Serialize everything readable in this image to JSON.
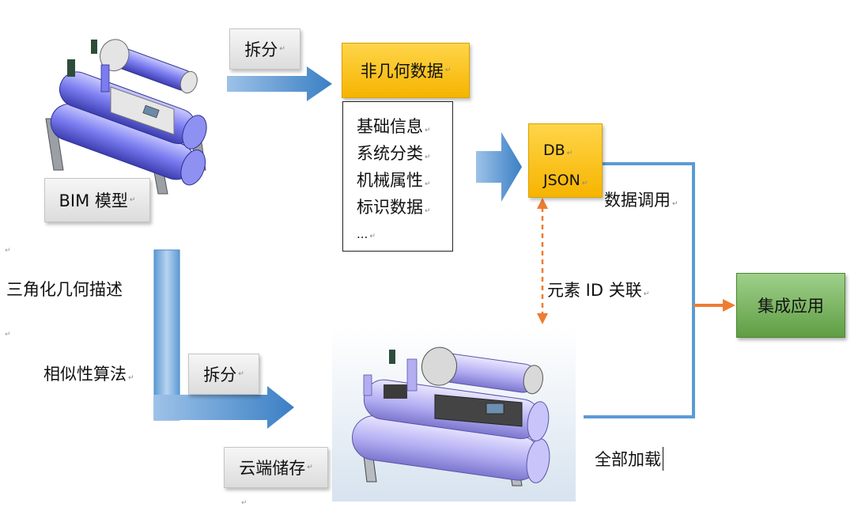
{
  "top_left": {
    "model_box": "BIM 模型",
    "split_label": "拆分"
  },
  "non_geometric": {
    "title": "非几何数据",
    "items": [
      "基础信息",
      "系统分类",
      "机械属性",
      "标识数据",
      "..."
    ]
  },
  "db_box": {
    "line1": "DB",
    "line2": "JSON"
  },
  "left_labels": {
    "triangulation": "三角化几何描述",
    "similarity": "相似性算法"
  },
  "bottom": {
    "split_label": "拆分",
    "cloud_storage": "云端储存"
  },
  "connectors": {
    "data_call": "数据调用",
    "element_link": "元素 ID 关联",
    "full_load": "全部加载"
  },
  "app": {
    "label": "集成应用"
  },
  "colors": {
    "arrow_blue": "#5b9bd5",
    "line_blue": "#5b9bd5",
    "link_orange": "#ed7d31",
    "box_orange": "#f6b400",
    "box_green": "#5f9e44"
  }
}
